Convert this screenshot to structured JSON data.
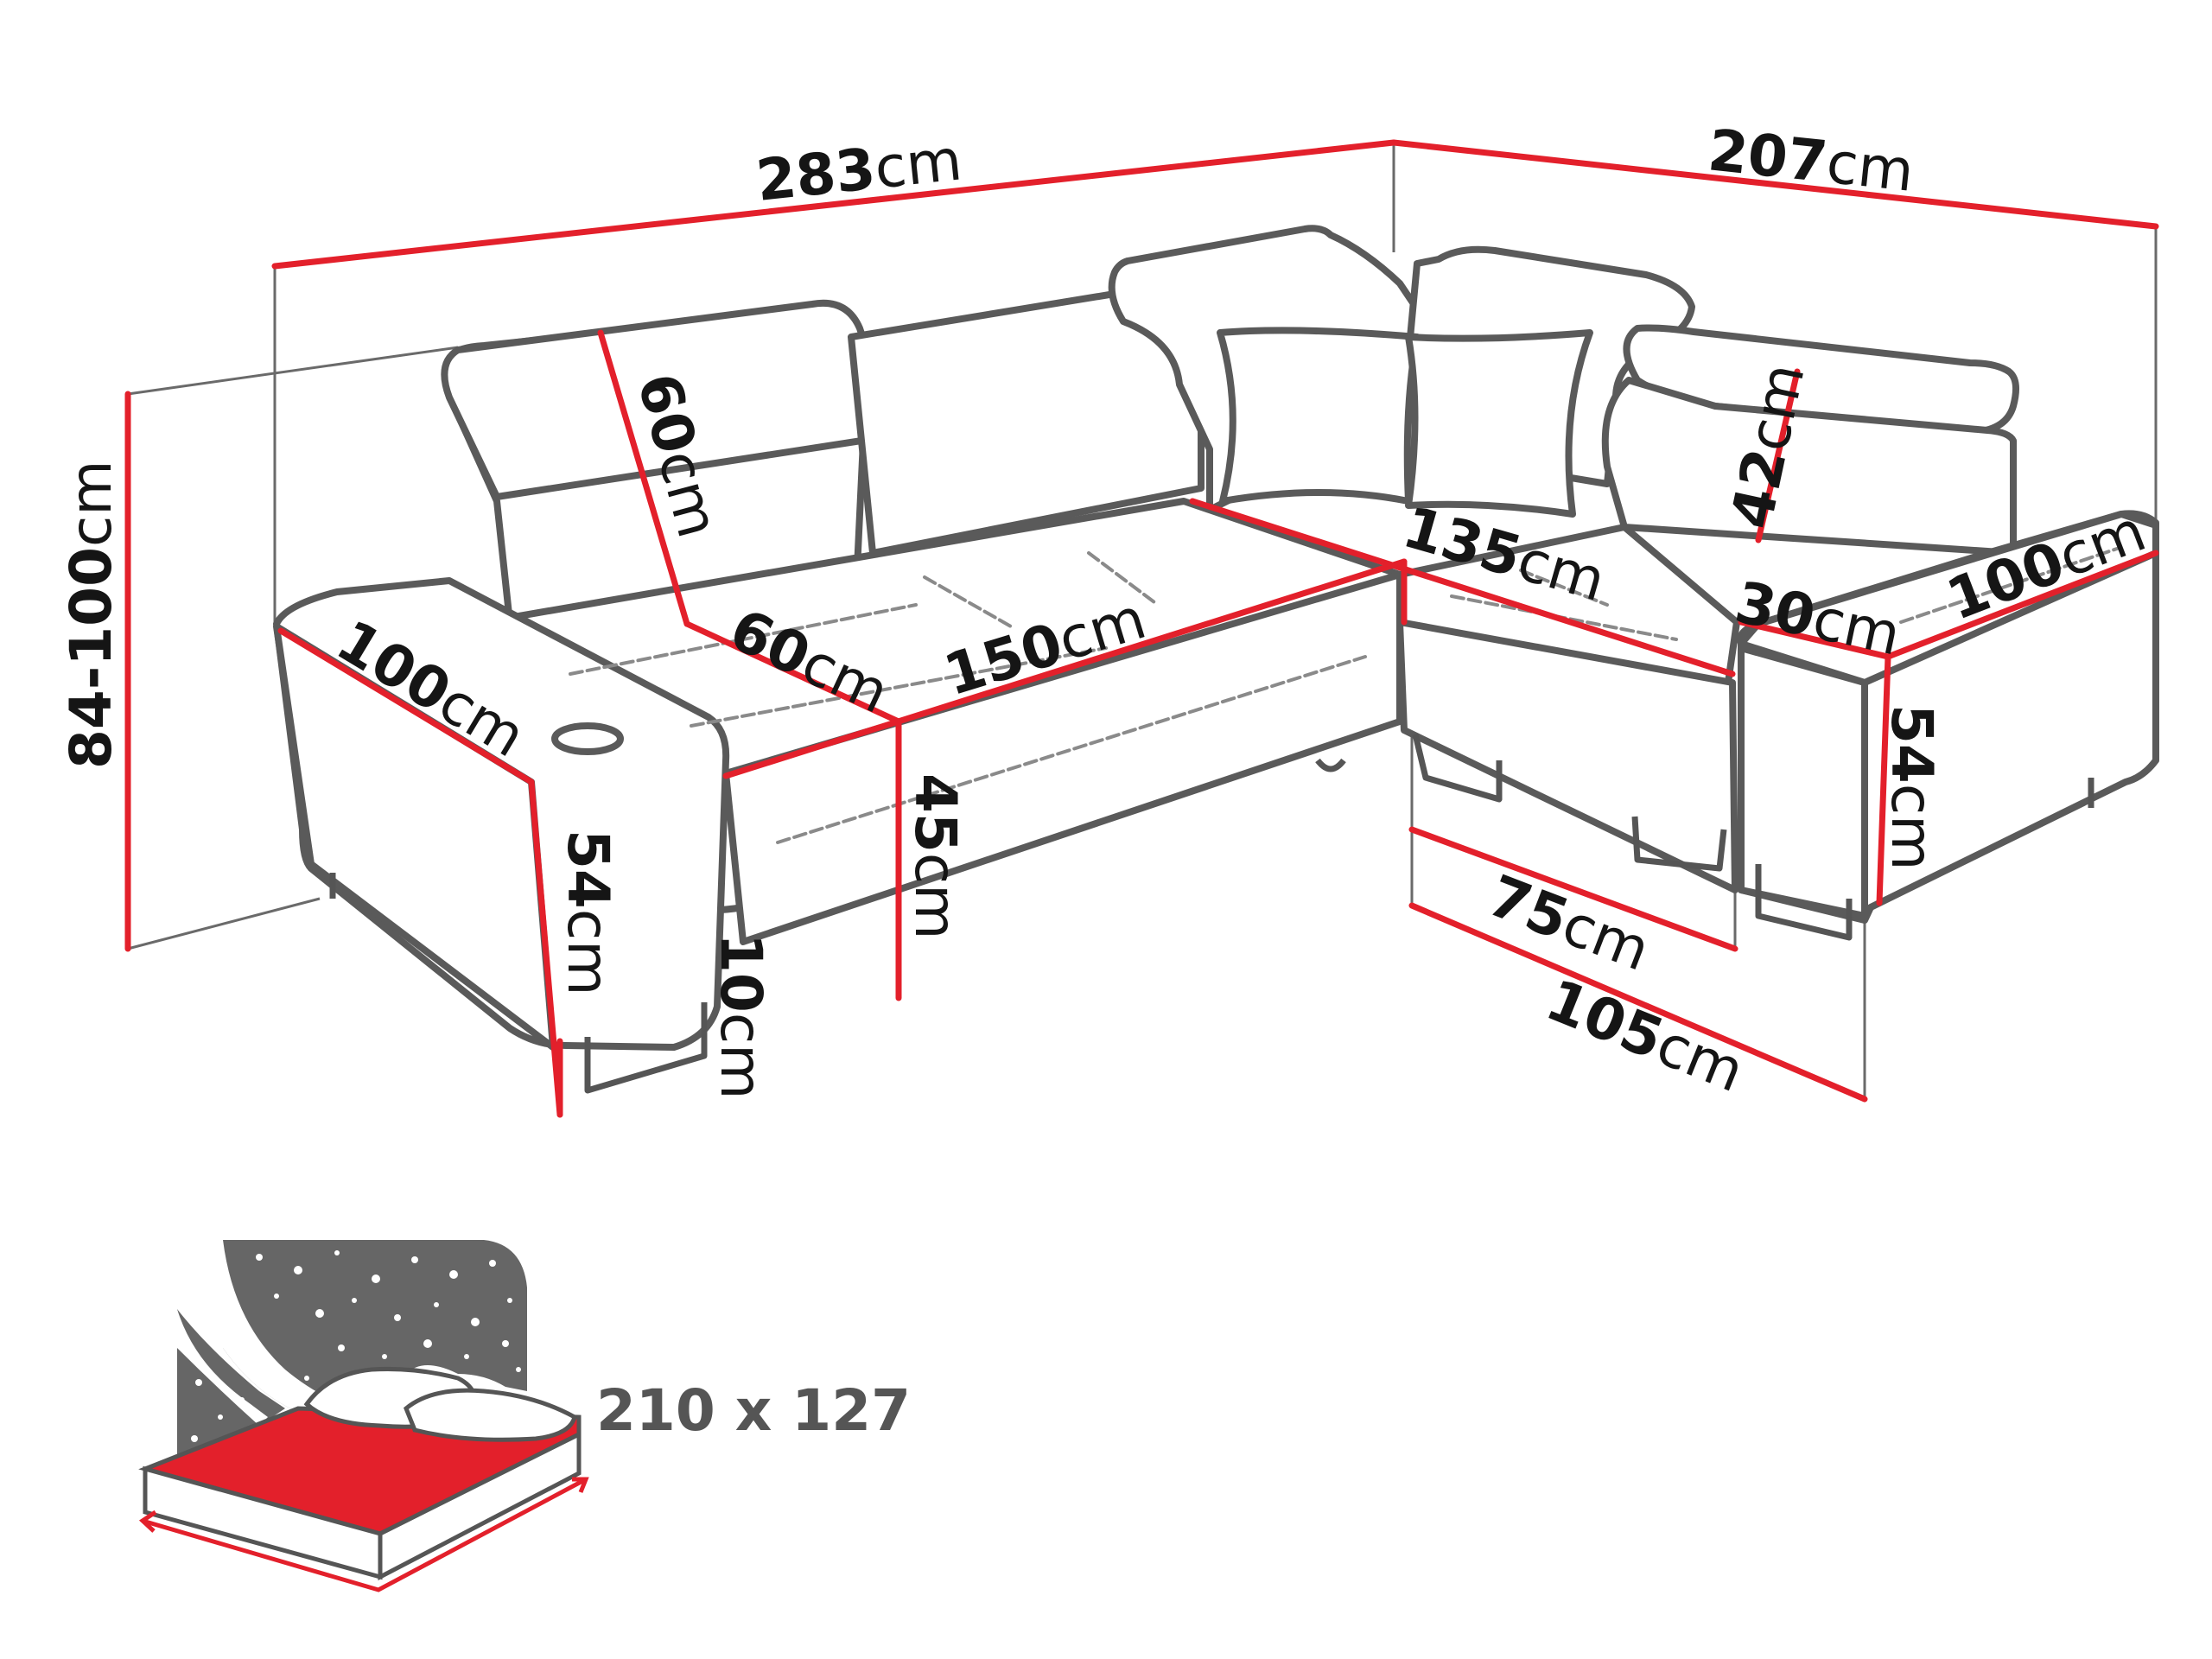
{
  "colors": {
    "dimension_line": "#e3202b",
    "outline": "#5a5a5a",
    "text": "#151515",
    "bed_surface": "#e3202b",
    "night_sky": "#666666"
  },
  "unit": "cm",
  "dimensions": {
    "total_width": "283",
    "side_length": "207",
    "height": "84-100",
    "backrest_left": "60",
    "seat_depth": "60",
    "seat_width": "150",
    "armrest_left_depth": "100",
    "armrest_left_height": "54",
    "leg_height": "10",
    "seat_height": "45",
    "corner_seat": "135",
    "headrest_right": "42",
    "armrest_right_width": "30",
    "armrest_right_depth": "100",
    "armrest_right_height": "54",
    "chaise_inner": "75",
    "chaise_outer": "105"
  },
  "bed": {
    "icon": "bed-with-night-sky-icon",
    "size_label": "210 x 127"
  }
}
